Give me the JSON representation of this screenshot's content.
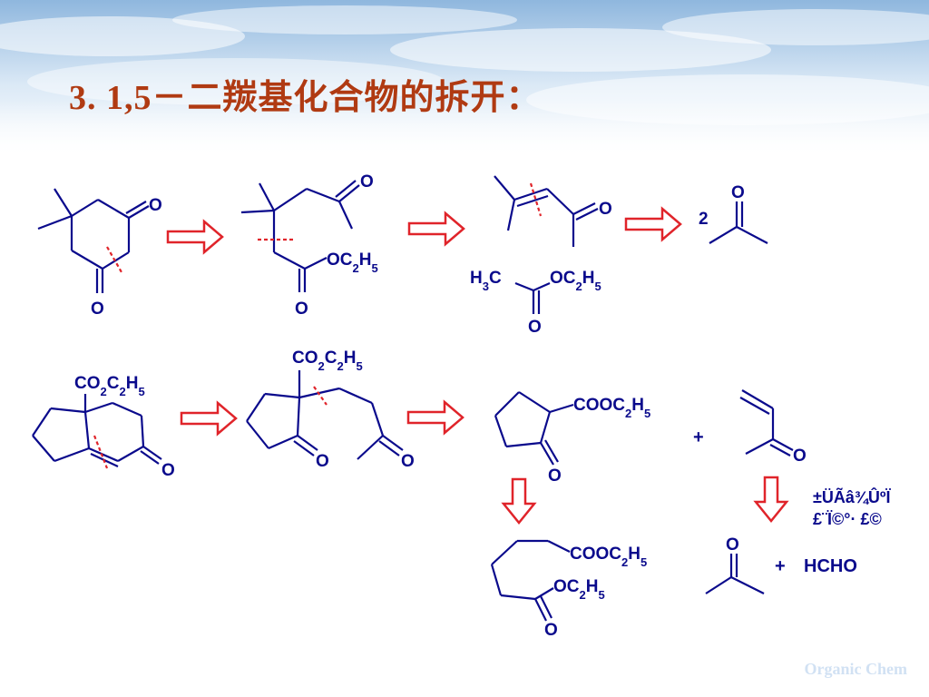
{
  "slide": {
    "title": "3.   1,5－二羰基化合物的拆开：",
    "footer": "Organic Chem",
    "colors": {
      "title": "#b03a12",
      "arrow": "#e0242a",
      "bond": "#0a0a8c",
      "footer": "#c9dcf2"
    }
  },
  "scheme": {
    "row1": {
      "diketone_O1": "O",
      "diketone_O2": "O",
      "intermediate_O1": "O",
      "intermediate_O2": "O",
      "intermediate_ester": "OC2H5",
      "enone_O": "O",
      "ester_left": "H3C",
      "ester_right": "OC2H5",
      "ester_O": "O",
      "acetone_coef": "2",
      "acetone_O": "O"
    },
    "row2": {
      "bicyclic_ester": "CO2C2H5",
      "bicyclic_O": "O",
      "cyclopentanone_ester": "CO2C2H5",
      "cyclopentanone_O1": "O",
      "cyclopentanone_O2": "O",
      "ketoester_group": "COOC2H5",
      "ketoester_O": "O",
      "plus1": "+",
      "vinylketone_O": "O",
      "garbled_line1": "±ÜÃâ¾ÛºÏ",
      "garbled_line2": "£¨Ï©°· £©",
      "diester_group": "COOC2H5",
      "diester_ester": "OC2H5",
      "diester_O": "O",
      "acetone_O": "O",
      "plus2": "+",
      "formaldehyde": "HCHO"
    }
  }
}
